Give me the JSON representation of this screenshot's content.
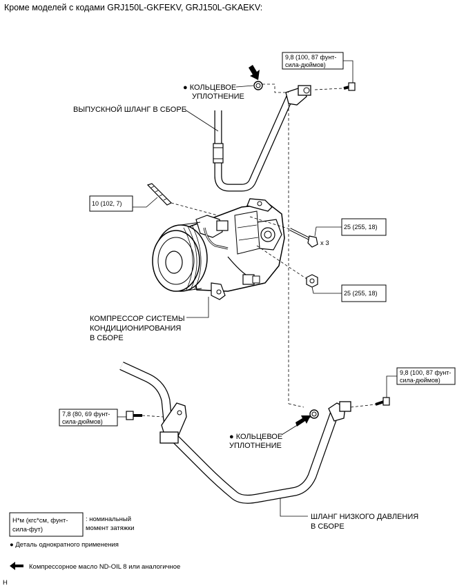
{
  "title": "Кроме моделей с кодами GRJ150L-GKFEKV, GRJ150L-GKAEKV:",
  "labels": {
    "oring_top_line1": "● КОЛЬЦЕВОЕ",
    "oring_top_line2": "УПЛОТНЕНИЕ",
    "discharge_hose": "ВЫПУСКНОЙ ШЛАНГ В СБОРЕ",
    "compressor_line1": "КОМПРЕССОР СИСТЕМЫ",
    "compressor_line2": "КОНДИЦИОНИРОВАНИЯ",
    "compressor_line3": "В СБОРЕ",
    "oring_bottom_line1": "● КОЛЬЦЕВОЕ",
    "oring_bottom_line2": "УПЛОТНЕНИЕ",
    "suction_hose_line1": "ШЛАНГ НИЗКОГО ДАВЛЕНИЯ",
    "suction_hose_line2": "В СБОРЕ",
    "bolt_count": "x 3"
  },
  "torques": {
    "top_right_line1": "9,8 (100, 87 фунт-",
    "top_right_line2": "сила-дюймов)",
    "stud": "10 (102, 7)",
    "bolts": "25 (255, 18)",
    "nut": "25 (255, 18)",
    "bottom_right_line1": "9,8 (100, 87 фунт-",
    "bottom_right_line2": "сила-дюймов)",
    "bottom_left_line1": "7,8 (80, 69 фунт-",
    "bottom_left_line2": "сила-дюймов)"
  },
  "legend": {
    "units_line1": "Н*м (кгс*см, фунт-",
    "units_line2": "сила-фут)",
    "units_desc_line1": ": номинальный",
    "units_desc_line2": "момент затяжки",
    "single_use": "● Деталь однократного применения",
    "oil": "Компрессорное масло ND-OIL 8 или аналогичное"
  },
  "corner_mark": "H"
}
